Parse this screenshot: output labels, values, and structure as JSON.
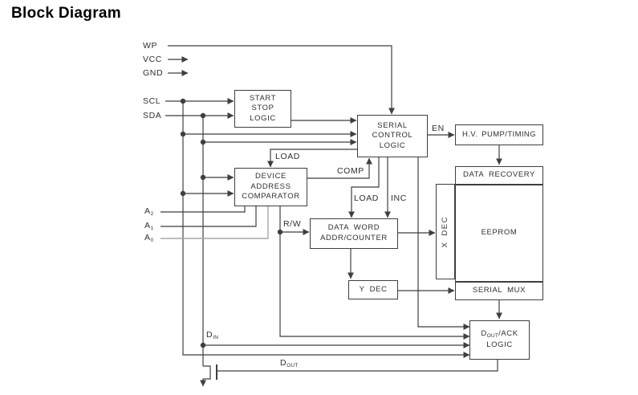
{
  "title": "Block Diagram",
  "colors": {
    "background": "#ffffff",
    "line": "#3f3f3f",
    "muted_line": "#a8a8a8",
    "text": "#2f2f2f"
  },
  "pin_labels": {
    "wp": "WP",
    "vcc": "VCC",
    "gnd": "GND",
    "scl": "SCL",
    "sda": "SDA",
    "a2": {
      "base": "A",
      "sub": "2"
    },
    "a1": {
      "base": "A",
      "sub": "1"
    },
    "a0": {
      "base": "A",
      "sub": "0"
    },
    "din": {
      "base": "D",
      "sub": "IN"
    },
    "dout": {
      "base": "D",
      "sub": "OUT"
    }
  },
  "wire_labels": {
    "en": "EN",
    "load_comparator": "LOAD",
    "comp": "COMP",
    "load_counter": "LOAD",
    "inc": "INC",
    "rw": "R/W"
  },
  "blocks": {
    "start_stop": {
      "lines": [
        "START",
        "STOP",
        "LOGIC"
      ]
    },
    "serial_control": {
      "lines": [
        "SERIAL",
        "CONTROL",
        "LOGIC"
      ]
    },
    "device_address_comparator": {
      "lines": [
        "DEVICE",
        "ADDRESS",
        "COMPARATOR"
      ]
    },
    "hv_pump_timing": {
      "label": "H.V. PUMP/TIMING"
    },
    "data_recovery": {
      "label": "DATA RECOVERY"
    },
    "x_dec": {
      "label": "X DEC"
    },
    "eeprom": {
      "label": "EEPROM"
    },
    "serial_mux": {
      "label": "SERIAL MUX"
    },
    "y_dec": {
      "label": "Y DEC"
    },
    "data_word_addr_counter": {
      "lines": [
        "DATA WORD",
        "ADDR/COUNTER"
      ]
    },
    "dout_ack_logic": {
      "base": "D",
      "sub": "OUT",
      "rest": "/ACK",
      "line2": "LOGIC"
    }
  }
}
